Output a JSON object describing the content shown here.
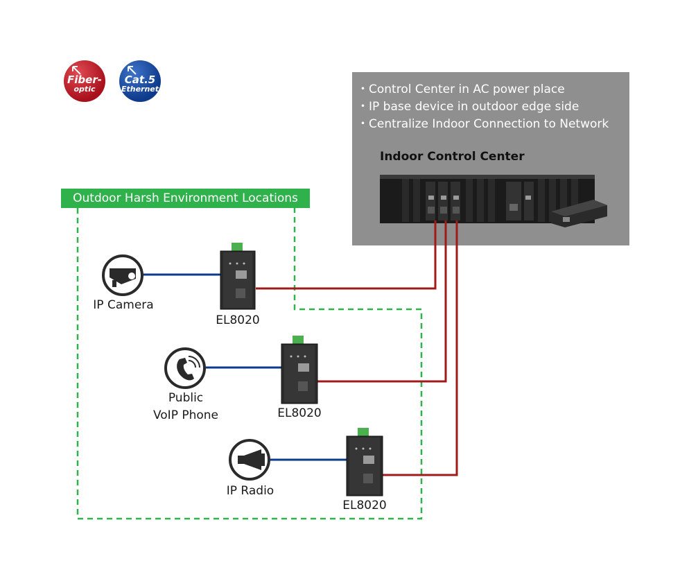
{
  "badges": {
    "fiber_line1": "Fiber-",
    "fiber_line2": "optic",
    "cat5_line1": "Cat.5",
    "cat5_line2": "Ethernet"
  },
  "control_center": {
    "bullets": [
      "・Control Center in AC power place",
      "・IP base device in outdoor edge side",
      "・Centralize Indoor Connection to Network"
    ],
    "title": "Indoor Control Center"
  },
  "outdoor": {
    "title": "Outdoor Harsh Environment Locations"
  },
  "endpoints": {
    "camera": "IP Camera",
    "phone_line1": "Public",
    "phone_line2": "VoIP Phone",
    "radio": "IP Radio"
  },
  "devices": {
    "label": "EL8020"
  },
  "colors": {
    "fiber_link": "#a01a1a",
    "ethernet_link": "#0b3a8f",
    "outdoor_border": "#2fb24b",
    "control_box": "#8f8f8f"
  }
}
